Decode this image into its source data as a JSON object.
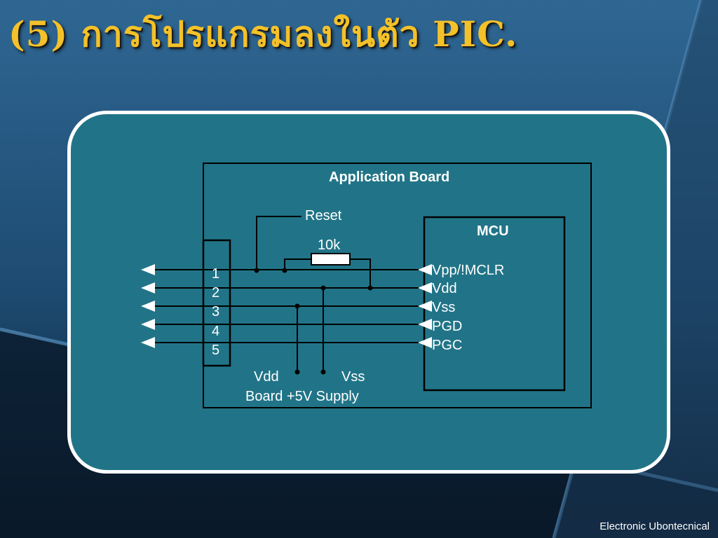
{
  "slide": {
    "title": "(5) การโปรแกรมลงในตัว PIC."
  },
  "board": {
    "title": "Application Board",
    "reset_label": "Reset",
    "resistor_label": "10k",
    "supply_vdd": "Vdd",
    "supply_vss": "Vss",
    "supply_label": "Board +5V Supply"
  },
  "connector": {
    "pins": [
      "1",
      "2",
      "3",
      "4",
      "5"
    ]
  },
  "mcu": {
    "title": "MCU",
    "pins": [
      "Vpp/!MCLR",
      "Vdd",
      "Vss",
      "PGD",
      "PGC"
    ]
  },
  "footer": {
    "text": "Electronic  Ubontecnical"
  },
  "colors": {
    "title": "#f3c12a",
    "panel": "#217487",
    "background": "#0f2238"
  }
}
